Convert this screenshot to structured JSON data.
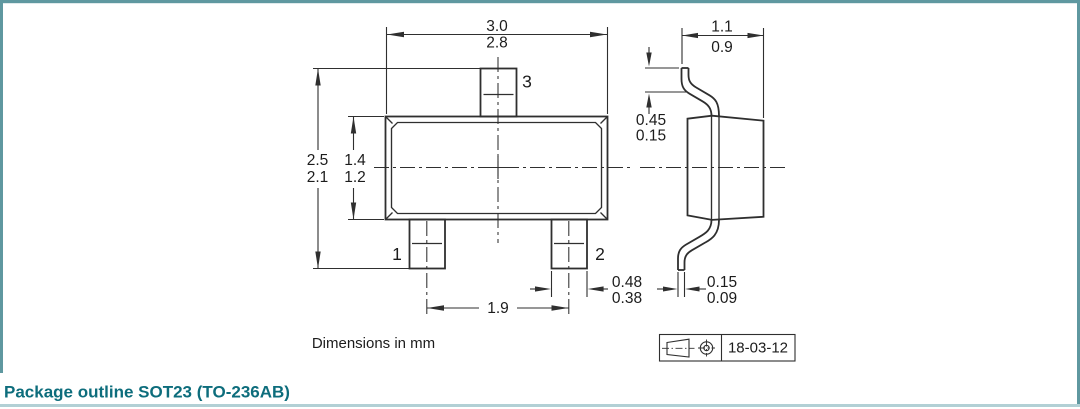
{
  "page": {
    "title": "Package outline SOT23 (TO-236AB)",
    "note": "Dimensions in mm"
  },
  "projection_box": {
    "date": "18-03-12",
    "symbol": "first-angle-projection"
  },
  "top_view": {
    "body_width": {
      "max": "3.0",
      "min": "2.8"
    },
    "overall_height": {
      "max": "2.5",
      "min": "2.1"
    },
    "body_height": {
      "max": "1.4",
      "min": "1.2"
    },
    "pin_pitch": "1.9",
    "pin_width": {
      "max": "0.48",
      "min": "0.38"
    },
    "pin_labels": {
      "p1": "1",
      "p2": "2",
      "p3": "3"
    }
  },
  "side_view": {
    "overall_width": {
      "max": "1.1",
      "min": "0.9"
    },
    "lead_height": {
      "max": "0.45",
      "min": "0.15"
    },
    "lead_thickness": {
      "max": "0.15",
      "min": "0.09"
    }
  },
  "colors": {
    "line": "#2f2f2f",
    "text": "#1c1c1c",
    "accent": "#0d6d7c",
    "border": "#5f98a0",
    "border_bottom": "#b2d0d5"
  }
}
